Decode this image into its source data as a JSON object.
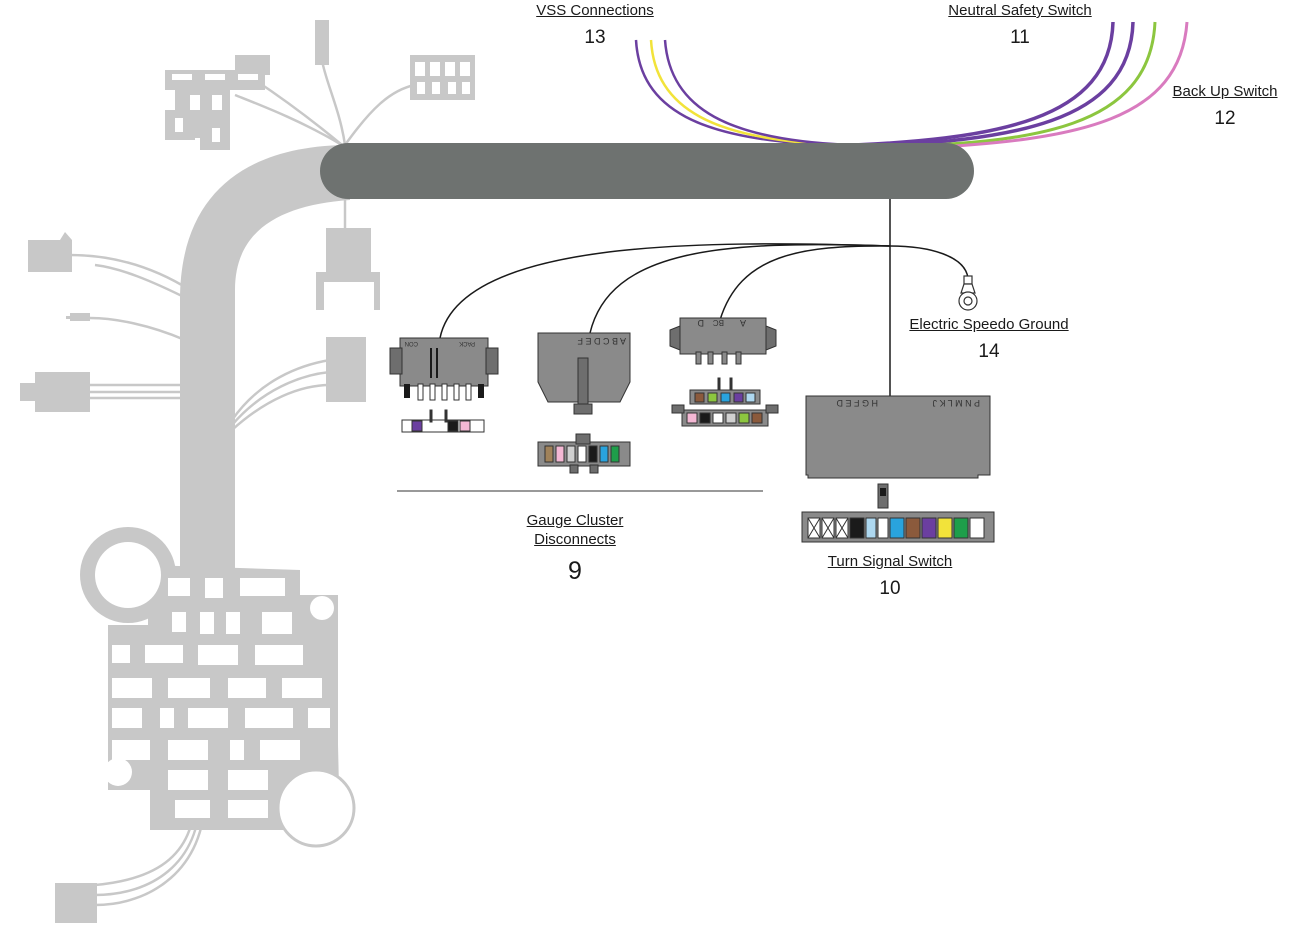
{
  "labels": {
    "vss": {
      "name": "VSS Connections",
      "number": "13"
    },
    "neutral": {
      "name": "Neutral Safety Switch",
      "number": "11"
    },
    "backup": {
      "name": "Back Up Switch",
      "number": "12"
    },
    "speedo_ground": {
      "name": "Electric Speedo Ground",
      "number": "14"
    },
    "gauge": {
      "name_line1": "Gauge Cluster",
      "name_line2": "Disconnects",
      "number": "9"
    },
    "turn_signal": {
      "name": "Turn Signal Switch",
      "number": "10"
    }
  },
  "connector_text": {
    "pack_con_left": "CON",
    "pack_con_right": "PACK",
    "abcdef": "A B C D E F",
    "ab_d_left": "D",
    "ab_d_mid": "BC",
    "ab_d_right": "A",
    "turn_pins_right": "P N M L K J",
    "turn_pins_left": "H G F E D"
  },
  "colors": {
    "harness_main": "#6e7270",
    "harness_gray": "#c8c8c8",
    "connector_gray": "#8a8a8a",
    "wire_purple": "#6b3fa0",
    "wire_yellow": "#f2e33a",
    "wire_green": "#8cc63f",
    "wire_pink": "#d97bbf",
    "wire_black": "#1a1a1a"
  }
}
